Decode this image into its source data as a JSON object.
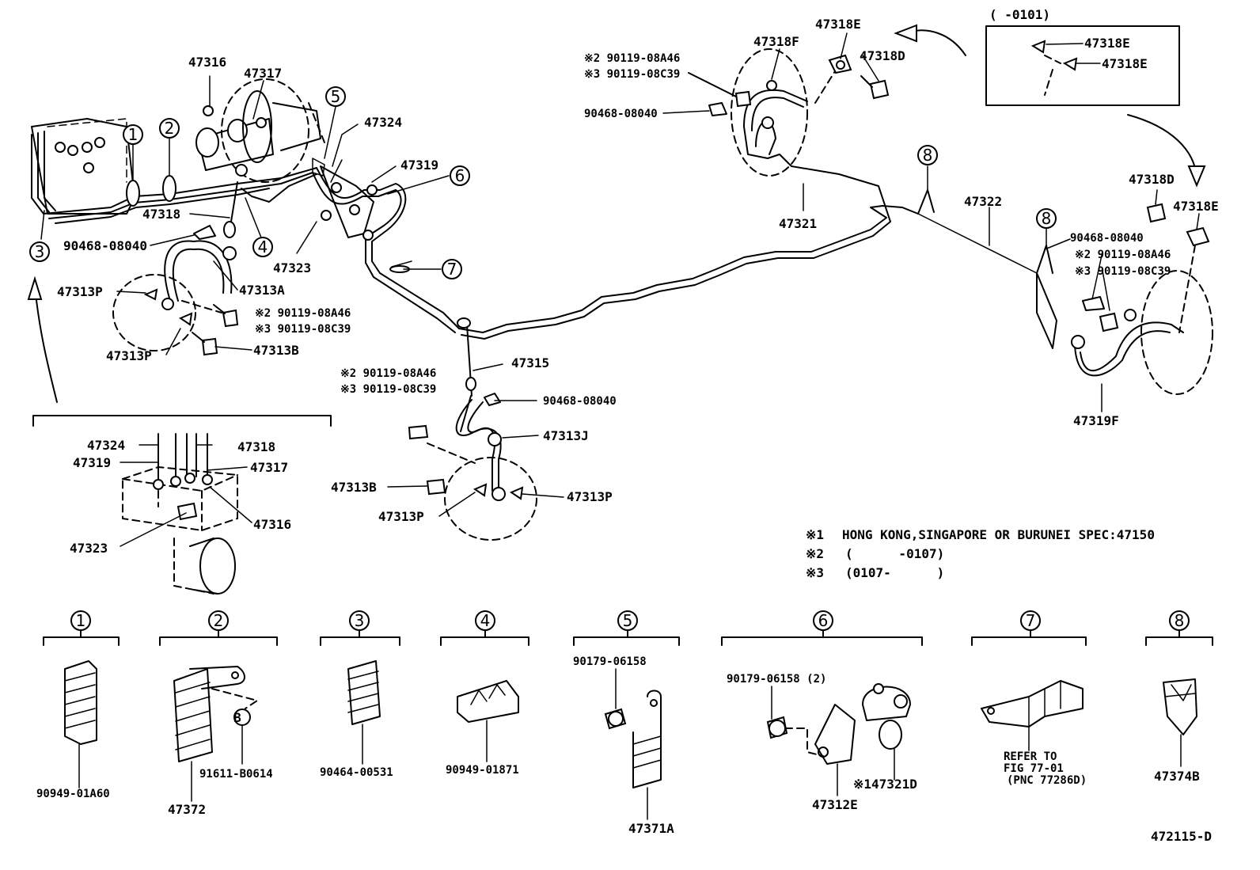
{
  "diagram": {
    "doc_number": "472115-D",
    "notes": [
      {
        "mark": "※1",
        "text": "HONG KONG,SINGAPORE OR BURUNEI SPEC:47150"
      },
      {
        "mark": "※2",
        "text": "(      -0107)"
      },
      {
        "mark": "※3",
        "text": "(0107-      )"
      }
    ],
    "inset_range": "(      -0101)",
    "callout_numbers": [
      "1",
      "2",
      "3",
      "4",
      "5",
      "6",
      "7",
      "8"
    ],
    "part_labels": [
      "47316",
      "47317",
      "47324",
      "47319",
      "47318",
      "47323",
      "90468-08040",
      "47313P",
      "47313A",
      "※2 90119-08A46",
      "※3 90119-08C39",
      "47313P",
      "47313B",
      "47315",
      "※2 90119-08A46",
      "※3 90119-08C39",
      "90468-08040",
      "47313J",
      "47313B",
      "47313P",
      "47313P",
      "47318E",
      "47318F",
      "※2 90119-08A46",
      "※3 90119-08C39",
      "47318D",
      "90468-08040",
      "47321",
      "47322",
      "47318E",
      "47318E",
      "47318D",
      "47318E",
      "90468-08040",
      "※2 90119-08A46",
      "※3 90119-08C39",
      "47319F",
      "47324",
      "47318",
      "47319",
      "47317",
      "47316",
      "47323"
    ],
    "detail_parts": [
      {
        "callout": "1",
        "labels": [
          "90949-01A60"
        ]
      },
      {
        "callout": "2",
        "labels": [
          "B",
          "91611-B0614",
          "47372"
        ]
      },
      {
        "callout": "3",
        "labels": [
          "90464-00531"
        ]
      },
      {
        "callout": "4",
        "labels": [
          "90949-01871"
        ]
      },
      {
        "callout": "5",
        "labels": [
          "90179-06158",
          "47371A"
        ]
      },
      {
        "callout": "6",
        "labels": [
          "90179-06158 (2)",
          "47312E",
          "※147321D"
        ]
      },
      {
        "callout": "7",
        "labels": [
          "REFER TO",
          "FIG 77-01",
          "(PNC 77286D)"
        ]
      },
      {
        "callout": "8",
        "labels": [
          "47374B"
        ]
      }
    ]
  }
}
